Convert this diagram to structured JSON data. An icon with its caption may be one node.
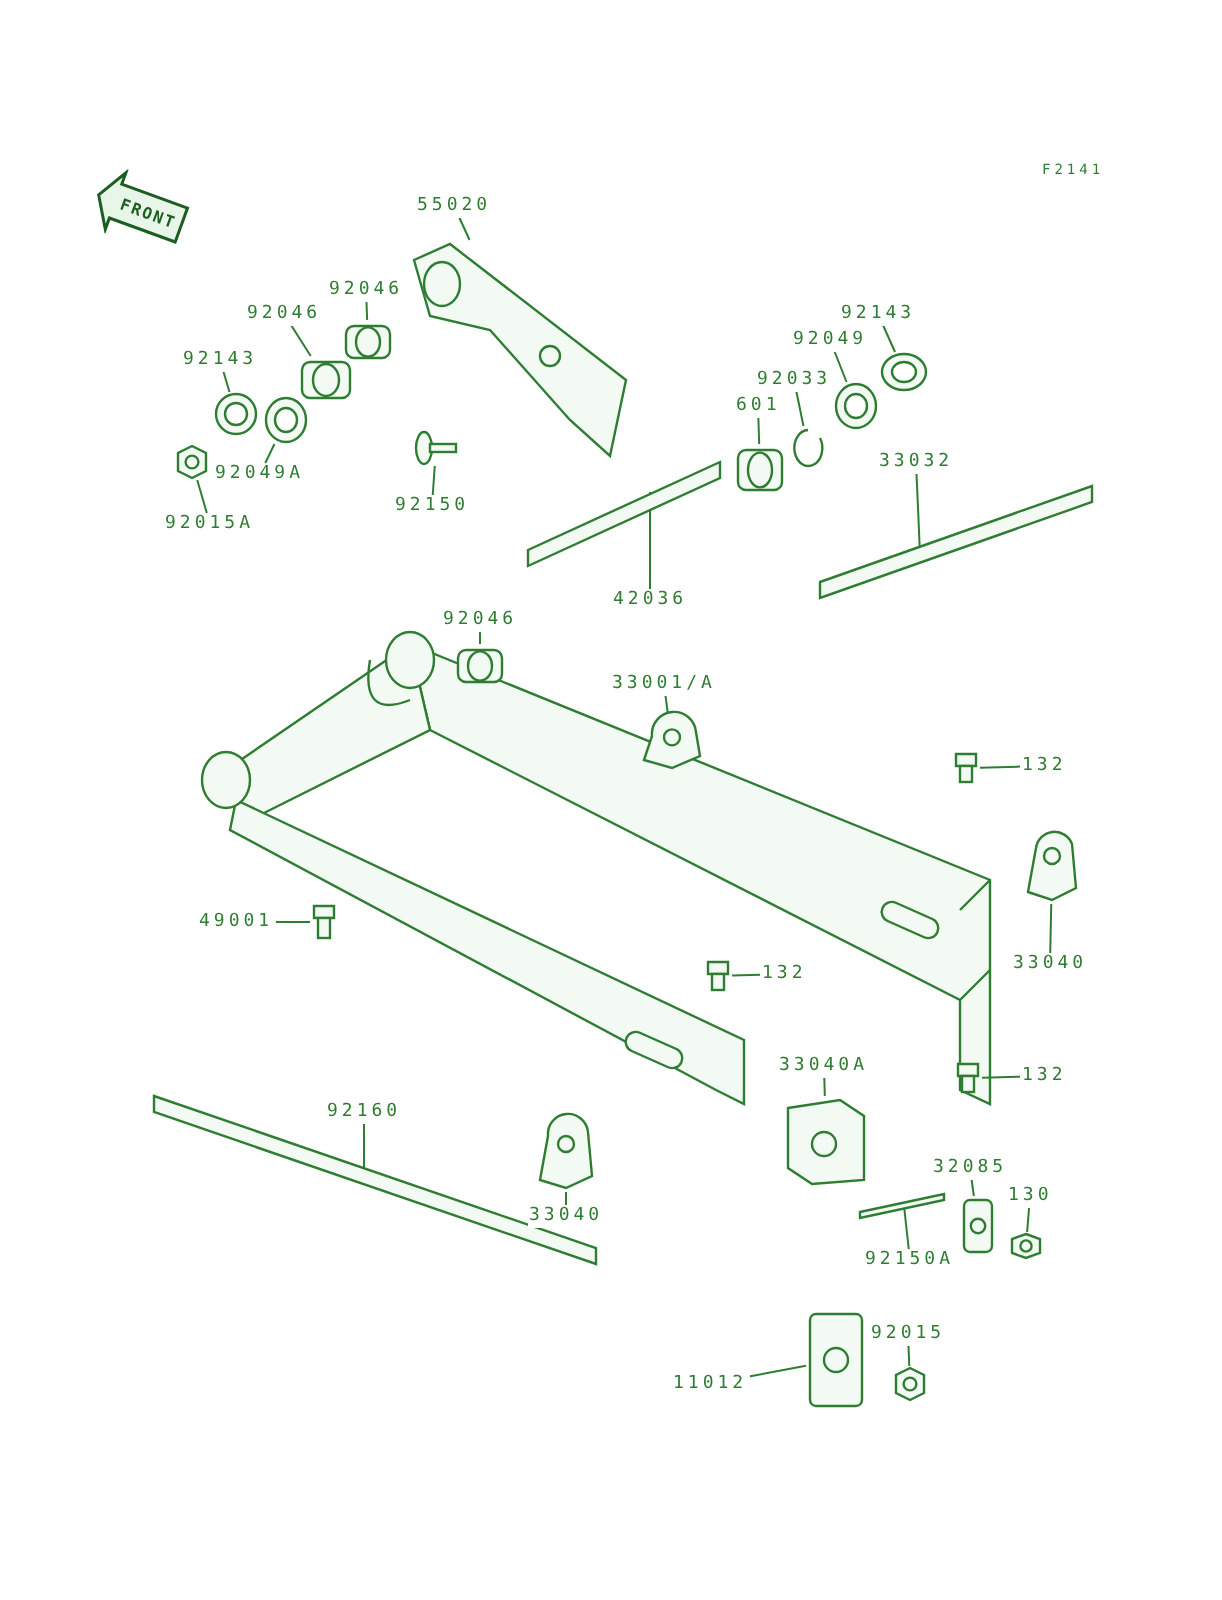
{
  "diagram": {
    "nodes": [
      {
        "text": [
          "FRONT"
        ]
      },
      {
        "text": [
          "55020"
        ]
      },
      {
        "text": [],
        "shape": "picture"
      },
      {
        "text": [
          "92046"
        ]
      },
      {
        "text": [],
        "shape": "picture"
      },
      {
        "text": [
          "92046"
        ]
      },
      {
        "text": [],
        "shape": "picture"
      },
      {
        "text": [
          "92143"
        ]
      },
      {
        "text": [],
        "shape": "picture"
      },
      {
        "text": [
          "92049A"
        ]
      },
      {
        "text": [],
        "shape": "picture"
      },
      {
        "text": [
          "92015A"
        ]
      },
      {
        "text": [],
        "shape": "picture"
      },
      {
        "text": [
          "92150"
        ]
      },
      {
        "text": [],
        "shape": "picture"
      },
      {
        "text": [
          "92143"
        ]
      },
      {
        "text": [],
        "shape": "picture"
      },
      {
        "text": [
          "92049"
        ]
      },
      {
        "text": [],
        "shape": "picture"
      },
      {
        "text": [
          "92033"
        ]
      },
      {
        "text": [],
        "shape": "picture"
      },
      {
        "text": [
          "601"
        ]
      },
      {
        "text": [],
        "shape": "picture"
      },
      {
        "text": [
          "33032"
        ]
      },
      {
        "text": [],
        "shape": "bar"
      },
      {
        "text": [
          "42036"
        ]
      },
      {
        "text": [],
        "shape": "bar"
      },
      {
        "text": [
          "92046"
        ]
      },
      {
        "text": [],
        "shape": "picture"
      },
      {
        "text": [
          "33001/A"
        ]
      },
      {
        "text": [],
        "shape": "picture"
      },
      {
        "text": [
          "132"
        ]
      },
      {
        "text": [],
        "shape": "picture"
      },
      {
        "text": [
          "49001"
        ]
      },
      {
        "text": [],
        "shape": "picture"
      },
      {
        "text": [
          "33040"
        ]
      },
      {
        "text": [],
        "shape": "picture"
      },
      {
        "text": [
          "132"
        ]
      },
      {
        "text": [],
        "shape": "picture"
      },
      {
        "text": [
          "132"
        ]
      },
      {
        "text": [],
        "shape": "picture"
      },
      {
        "text": [
          "33040A"
        ]
      },
      {
        "text": [],
        "shape": "picture"
      },
      {
        "text": [
          "92160"
        ]
      },
      {
        "text": [],
        "shape": "bar"
      },
      {
        "text": [
          "33040"
        ]
      },
      {
        "text": [],
        "shape": "picture"
      },
      {
        "text": [
          "32085"
        ]
      },
      {
        "text": [],
        "shape": "picture"
      },
      {
        "text": [
          "130"
        ]
      },
      {
        "text": [],
        "shape": "picture"
      },
      {
        "text": [
          "92150A"
        ]
      },
      {
        "text": [],
        "shape": "bar"
      },
      {
        "text": [
          "11012"
        ]
      },
      {
        "text": [],
        "shape": "picture"
      },
      {
        "text": [
          "92015"
        ]
      },
      {
        "text": [],
        "shape": "picture"
      }
    ],
    "edges": [
      {
        "from": 1,
        "to": 2,
        "arrow": "none"
      },
      {
        "from": 3,
        "to": 4,
        "arrow": "none"
      },
      {
        "from": 5,
        "to": 6,
        "arrow": "none"
      },
      {
        "from": 7,
        "to": 8,
        "arrow": "none"
      },
      {
        "from": 9,
        "to": 10,
        "arrow": "none"
      },
      {
        "from": 11,
        "to": 12,
        "arrow": "none"
      },
      {
        "from": 13,
        "to": 14,
        "arrow": "none"
      },
      {
        "from": 15,
        "to": 16,
        "arrow": "none"
      },
      {
        "from": 17,
        "to": 18,
        "arrow": "none"
      },
      {
        "from": 19,
        "to": 20,
        "arrow": "none"
      },
      {
        "from": 21,
        "to": 22,
        "arrow": "none"
      },
      {
        "from": 23,
        "to": 24,
        "arrow": "none"
      },
      {
        "from": 25,
        "to": 26,
        "arrow": "none"
      },
      {
        "from": 27,
        "to": 28,
        "arrow": "none"
      },
      {
        "from": 29,
        "to": 30,
        "arrow": "none"
      },
      {
        "from": 31,
        "to": 32,
        "arrow": "none"
      },
      {
        "from": 33,
        "to": 34,
        "arrow": "none"
      },
      {
        "from": 35,
        "to": 36,
        "arrow": "none"
      },
      {
        "from": 37,
        "to": 38,
        "arrow": "none"
      },
      {
        "from": 39,
        "to": 40,
        "arrow": "none"
      },
      {
        "from": 41,
        "to": 42,
        "arrow": "none"
      },
      {
        "from": 43,
        "to": 44,
        "arrow": "none"
      },
      {
        "from": 45,
        "to": 46,
        "arrow": "none"
      },
      {
        "from": 47,
        "to": 48,
        "arrow": "none"
      },
      {
        "from": 49,
        "to": 50,
        "arrow": "none"
      },
      {
        "from": 51,
        "to": 52,
        "arrow": "none"
      },
      {
        "from": 53,
        "to": 54,
        "arrow": "none"
      },
      {
        "from": 55,
        "to": 56,
        "arrow": "none"
      }
    ],
    "labels": [
      "F2141"
    ]
  }
}
